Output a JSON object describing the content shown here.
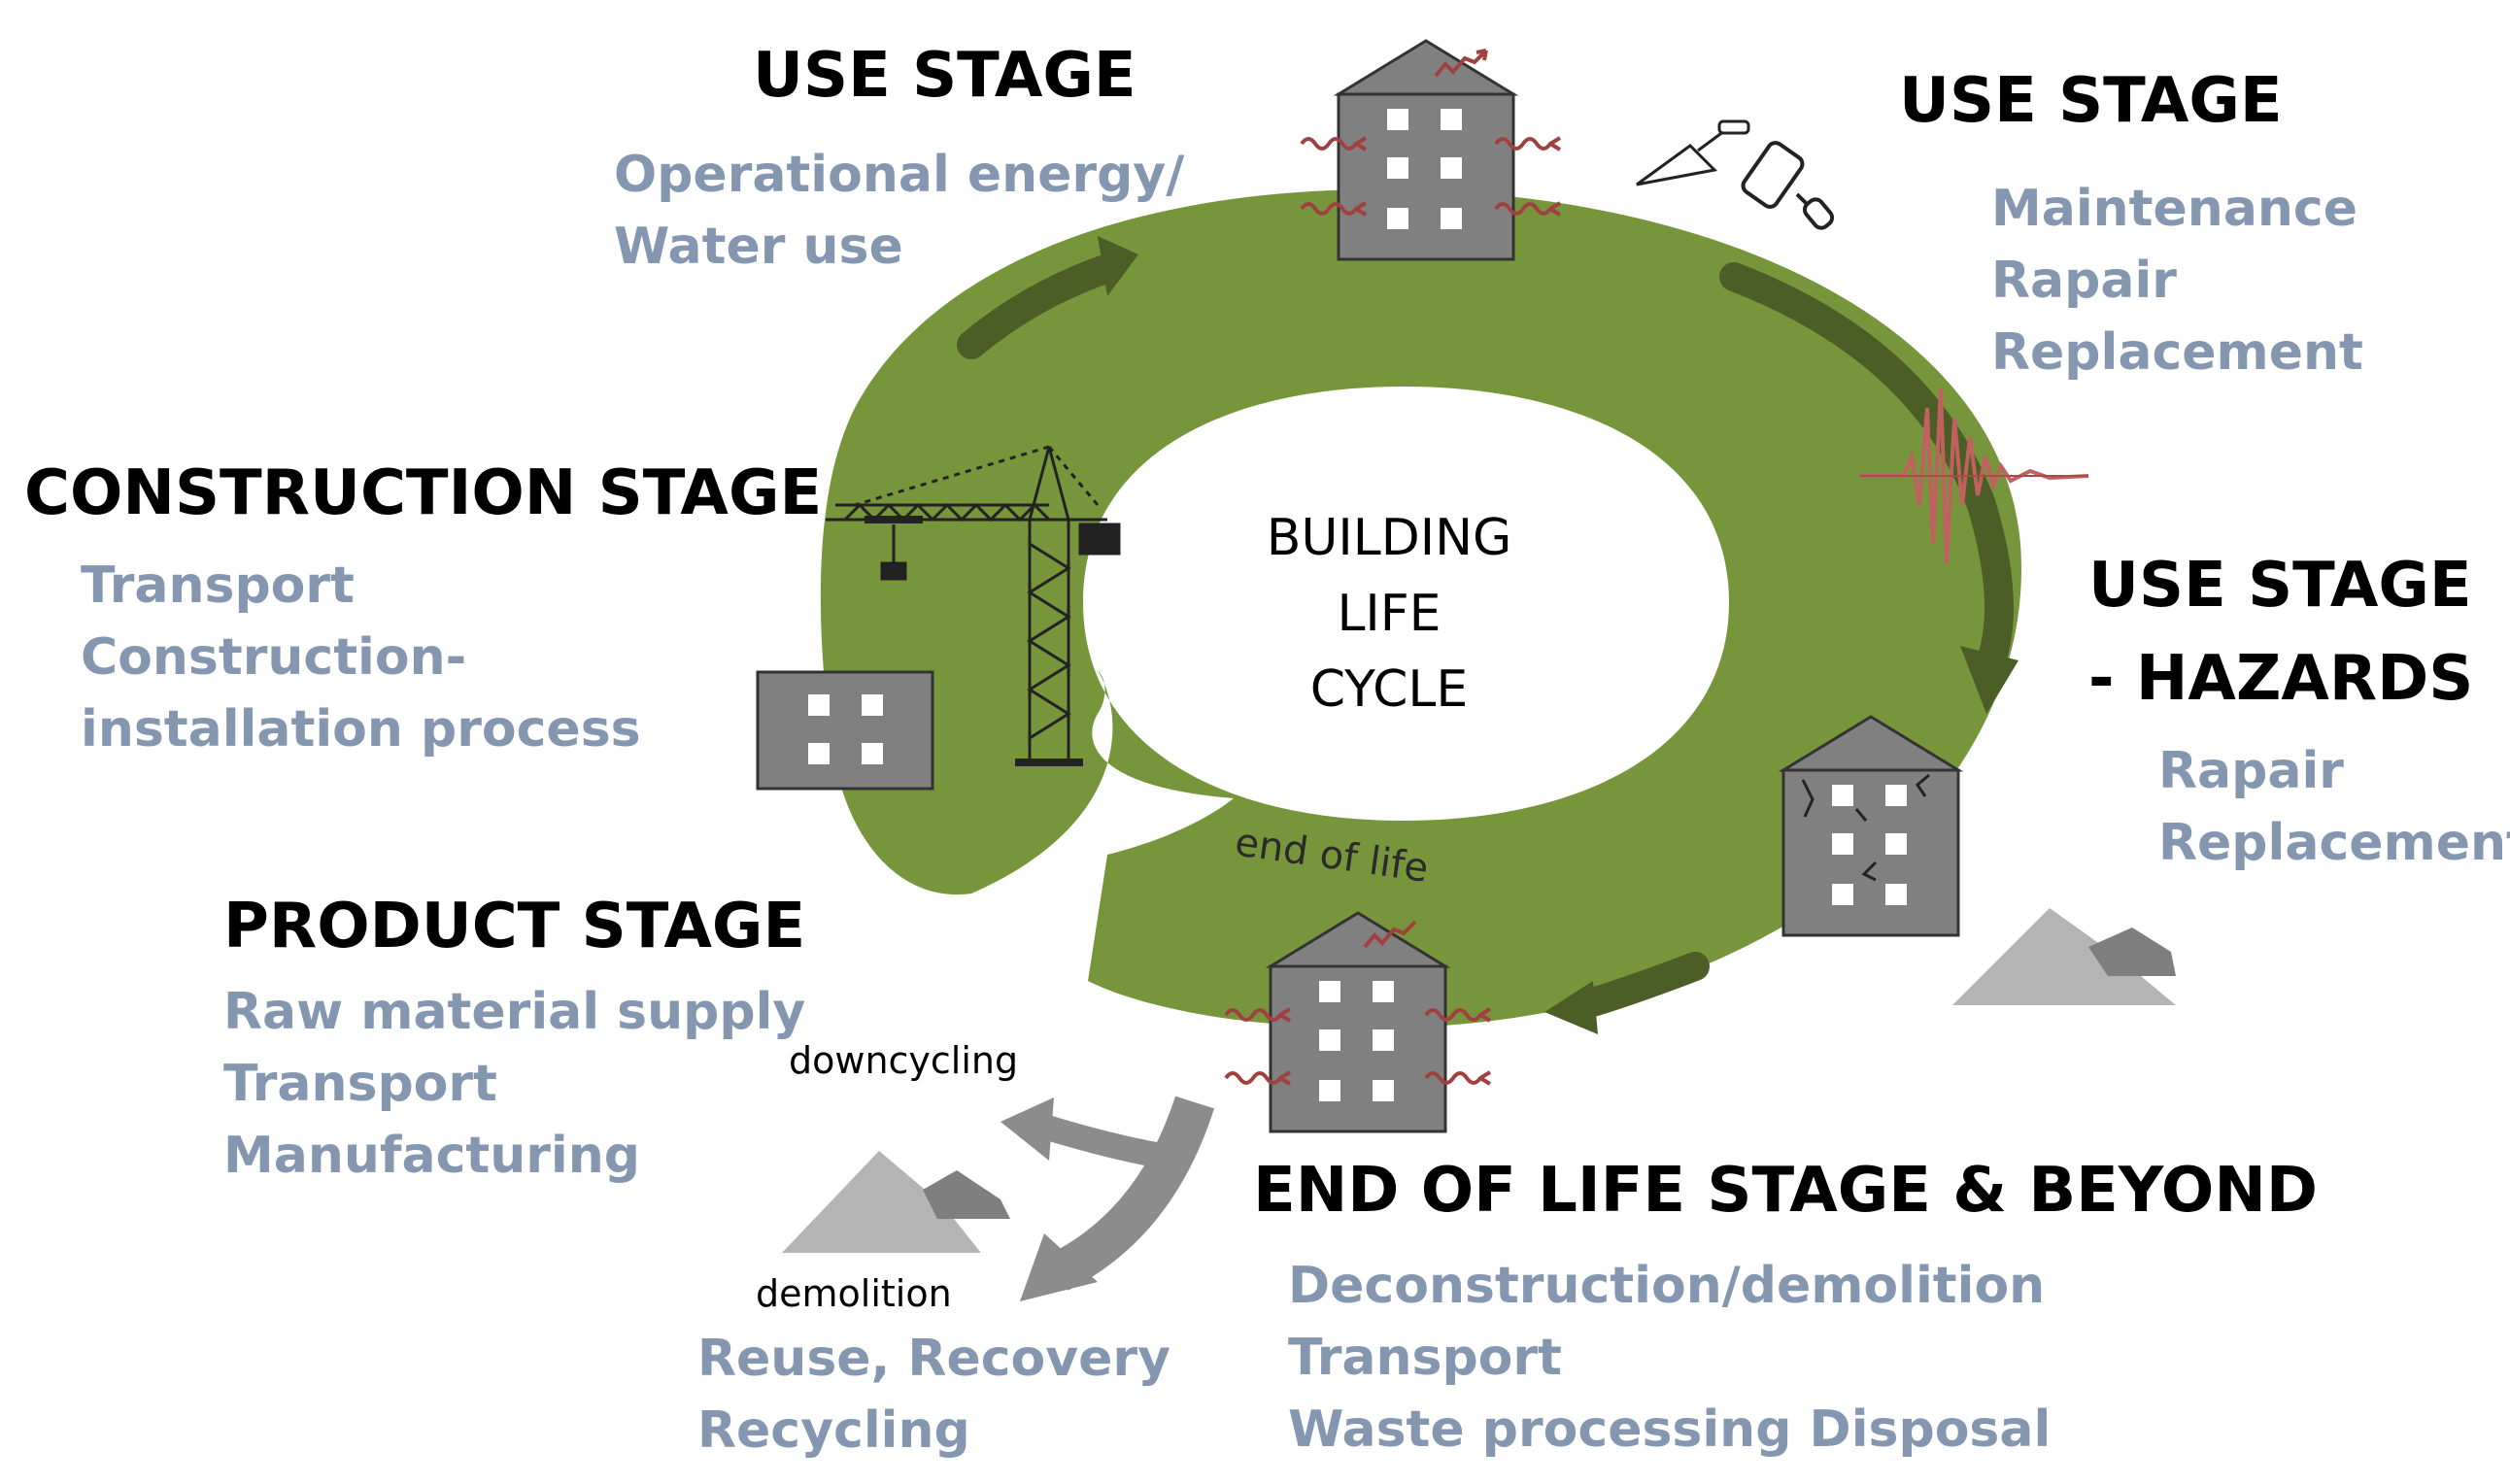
{
  "center": {
    "line1": "BUILDING",
    "line2": "LIFE",
    "line3": "CYCLE"
  },
  "ring_label": "end of life",
  "stages": {
    "use_energy": {
      "title": "USE STAGE",
      "items": [
        "Operational energy/",
        "Water use"
      ]
    },
    "use_maintenance": {
      "title": "USE STAGE",
      "items": [
        "Maintenance",
        "Rapair",
        "Replacement"
      ]
    },
    "use_hazards": {
      "title_line1": "USE STAGE",
      "title_line2": "- HAZARDS",
      "items": [
        "Rapair",
        "Replacement"
      ]
    },
    "construction": {
      "title": "CONSTRUCTION STAGE",
      "items": [
        "Transport",
        "Construction-",
        "installation process"
      ]
    },
    "product": {
      "title": "PRODUCT STAGE",
      "items": [
        "Raw material supply",
        "Transport",
        "Manufacturing"
      ]
    },
    "end_of_life": {
      "title": "END OF LIFE STAGE & BEYOND",
      "items": [
        "Deconstruction/demolition",
        "Transport",
        "Waste processing Disposal"
      ]
    },
    "beyond": {
      "items": [
        "Reuse, Recovery",
        "Recycling"
      ]
    }
  },
  "flow_labels": {
    "downcycling": "downcycling",
    "demolition": "demolition"
  },
  "colors": {
    "ring": "#77963b",
    "ring_arrow": "#4b5e26",
    "building": "#808080",
    "heat_wave": "#a04040",
    "subtitle": "#8596b0",
    "flow_arrow": "#8c8c8c",
    "rubble_light": "#b4b4b4",
    "rubble_dark": "#7f7f7f"
  },
  "icons": [
    "building-icon",
    "crane-icon",
    "trowel-icon",
    "paint-roller-icon",
    "seismic-wave-icon",
    "rubble-pile-icon",
    "heat-loss-icon"
  ]
}
